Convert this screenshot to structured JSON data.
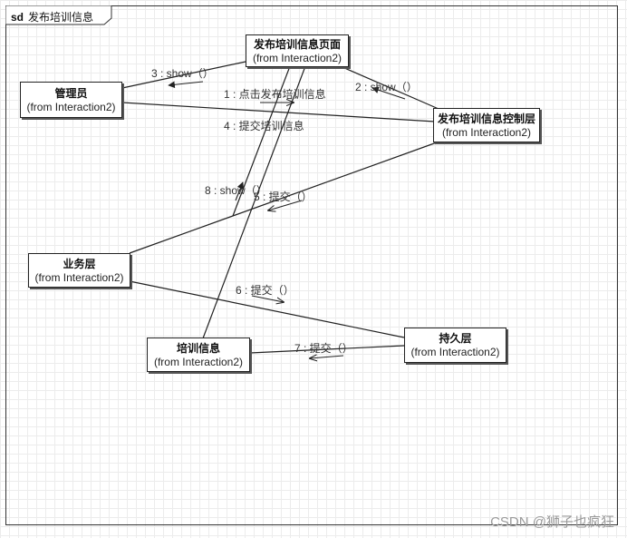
{
  "frame": {
    "keyword": "sd",
    "title": "发布培训信息"
  },
  "objects": {
    "admin": {
      "name": "管理员",
      "from": "(from Interaction2)"
    },
    "page": {
      "name": "发布培训信息页面",
      "from": "(from Interaction2)"
    },
    "controller": {
      "name": "发布培训信息控制层",
      "from": "(from Interaction2)"
    },
    "business": {
      "name": "业务层",
      "from": "(from Interaction2)"
    },
    "info": {
      "name": "培训信息",
      "from": "(from Interaction2)"
    },
    "persistence": {
      "name": "持久层",
      "from": "(from Interaction2)"
    }
  },
  "messages": {
    "m1": "1 : 点击发布培训信息",
    "m2": "2 : show（）",
    "m3": "3 : show（）",
    "m4": "4 : 提交培训信息",
    "m5": "5 : 提交（）",
    "m6": "6 : 提交（）",
    "m7": "7 : 提交（）",
    "m8": "8 : show（）"
  },
  "watermark": "CSDN @狮子也疯狂"
}
